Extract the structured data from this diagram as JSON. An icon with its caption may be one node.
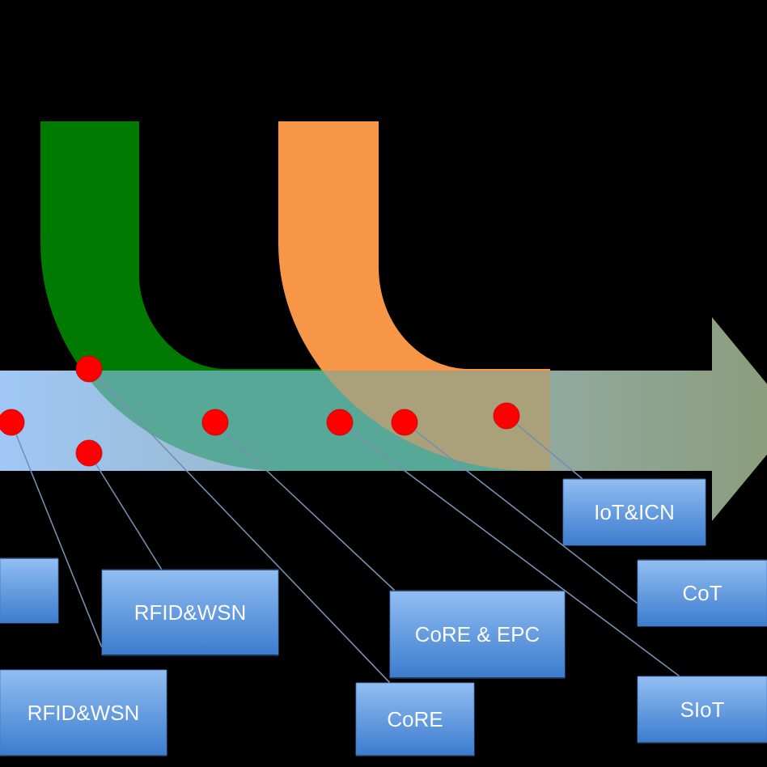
{
  "diagram": {
    "nodes": [
      {
        "text": [],
        "shape": "circle"
      },
      {
        "text": [],
        "shape": "circle"
      },
      {
        "text": [],
        "shape": "circle"
      },
      {
        "text": [],
        "shape": "circle"
      },
      {
        "text": [],
        "shape": "circle"
      },
      {
        "text": [],
        "shape": "circle"
      },
      {
        "text": [],
        "shape": "circle"
      },
      {
        "text": [],
        "shape": "box"
      },
      {
        "text": [
          "RFID&WSN"
        ]
      },
      {
        "text": [
          "RFID&WSN"
        ]
      },
      {
        "text": [
          "CoRE & EPC"
        ]
      },
      {
        "text": [
          "CoRE"
        ]
      },
      {
        "text": [
          "IoT&ICN"
        ]
      },
      {
        "text": [
          "CoT"
        ]
      },
      {
        "text": [
          "SIoT"
        ]
      }
    ],
    "edges": [
      {
        "from": 8,
        "to": 0,
        "arrow": "none"
      },
      {
        "from": 8,
        "to": 2,
        "arrow": "none"
      },
      {
        "from": 11,
        "to": 1,
        "arrow": "none"
      },
      {
        "from": 10,
        "to": 3,
        "arrow": "none"
      },
      {
        "from": 14,
        "to": 4,
        "arrow": "none"
      },
      {
        "from": 13,
        "to": 5,
        "arrow": "none"
      },
      {
        "from": 12,
        "to": 6,
        "arrow": "none"
      }
    ]
  }
}
